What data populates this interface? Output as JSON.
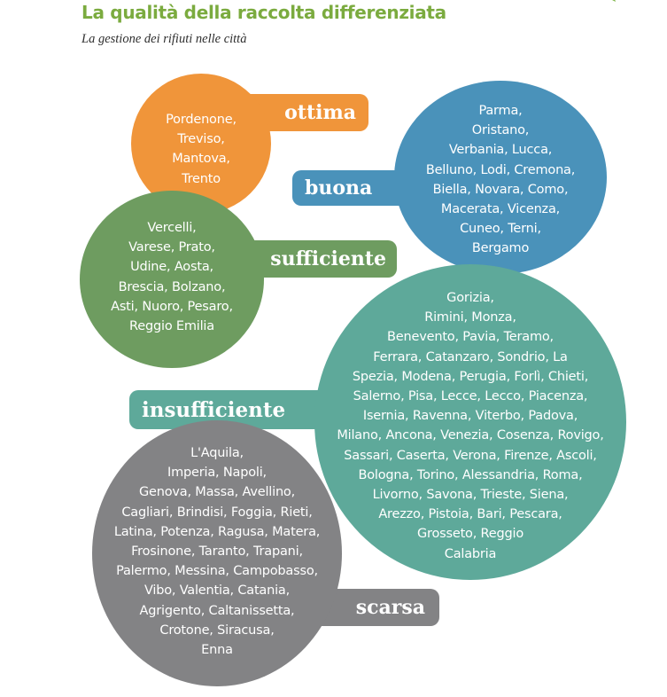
{
  "header": {
    "title": "La qualità della raccolta differenziata",
    "subtitle": "La gestione dei rifiuti nelle città"
  },
  "colors": {
    "title": "#7bab3f",
    "ottima": "#f0953a",
    "buona": "#4a92ba",
    "sufficiente": "#6e9c60",
    "insufficiente": "#5ea99a",
    "scarsa": "#838385",
    "logo": "#7fb648"
  },
  "logo": {
    "icon": "recycle-arrows-icon"
  },
  "categories": {
    "ottima": {
      "label": "ottima",
      "cities_text": "Pordenone,\nTreviso,\nMantova,\nTrento"
    },
    "buona": {
      "label": "buona",
      "cities_text": "Parma,\nOristano,\nVerbania, Lucca,\nBelluno, Lodi, Cremona,\nBiella, Novara, Como,\nMacerata, Vicenza,\nCuneo, Terni,\nBergamo"
    },
    "sufficiente": {
      "label": "sufficiente",
      "cities_text": "Vercelli,\nVarese, Prato,\nUdine, Aosta,\nBrescia, Bolzano,\nAsti, Nuoro, Pesaro,\nReggio Emilia"
    },
    "insufficiente": {
      "label": "insufficiente",
      "cities_text": "Gorizia,\nRimini, Monza,\nBenevento, Pavia, Teramo,\nFerrara, Catanzaro, Sondrio, La\nSpezia, Modena, Perugia, Forlì, Chieti,\nSalerno, Pisa, Lecce, Lecco, Piacenza,\nIsernia, Ravenna, Viterbo, Padova,\nMilano, Ancona, Venezia, Cosenza, Rovigo,\nSassari, Caserta, Verona, Firenze, Ascoli,\nBologna, Torino, Alessandria, Roma,\nLivorno, Savona, Trieste, Siena,\nArezzo, Pistoia, Bari, Pescara,\nGrosseto, Reggio\nCalabria"
    },
    "scarsa": {
      "label": "scarsa",
      "cities_text": "L'Aquila,\nImperia, Napoli,\nGenova, Massa, Avellino,\nCagliari, Brindisi, Foggia, Rieti,\nLatina, Potenza, Ragusa, Matera,\nFrosinone, Taranto, Trapani,\nPalermo, Messina, Campobasso,\nVibo, Valentia, Catania,\nAgrigento, Caltanissetta,\nCrotone, Siracusa,\nEnna"
    }
  }
}
